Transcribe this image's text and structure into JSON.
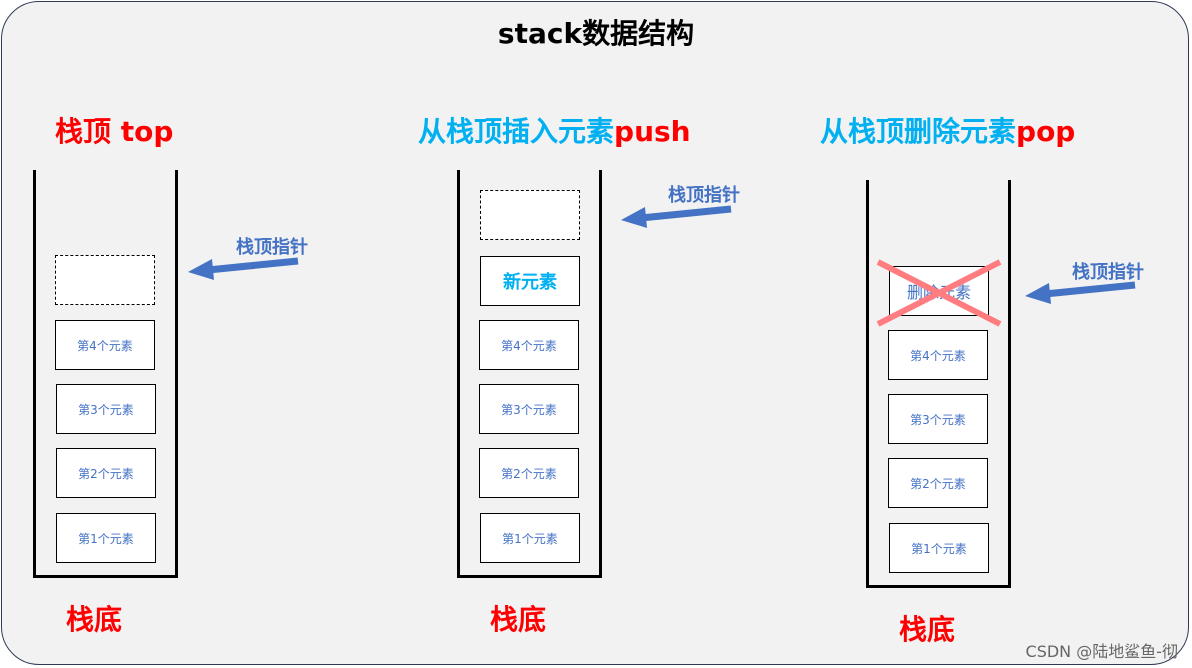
{
  "title": "stack数据结构",
  "panels": [
    {
      "heading": [
        "栈顶 top"
      ],
      "pointer_label": "栈顶指针",
      "bottom_label": "栈底",
      "boxes": [
        "",
        "第4个元素",
        "第3个元素",
        "第2个元素",
        "第1个元素"
      ]
    },
    {
      "heading": [
        "从栈顶",
        "插入元素",
        "push"
      ],
      "pointer_label": "栈顶指针",
      "bottom_label": "栈底",
      "boxes": [
        "",
        "新元素",
        "第4个元素",
        "第3个元素",
        "第2个元素",
        "第1个元素"
      ]
    },
    {
      "heading": [
        "从栈顶",
        "删除元素",
        "pop"
      ],
      "pointer_label": "栈顶指针",
      "bottom_label": "栈底",
      "boxes": [
        "删除元素",
        "第4个元素",
        "第3个元素",
        "第2个元素",
        "第1个元素"
      ]
    }
  ],
  "colors": {
    "heading_red": "#ff0000",
    "heading_cyan": "#00b0f0",
    "arrow_blue": "#4472c4",
    "cross_red": "#ff7c80"
  },
  "watermark": "CSDN @陆地鲨鱼-彻"
}
